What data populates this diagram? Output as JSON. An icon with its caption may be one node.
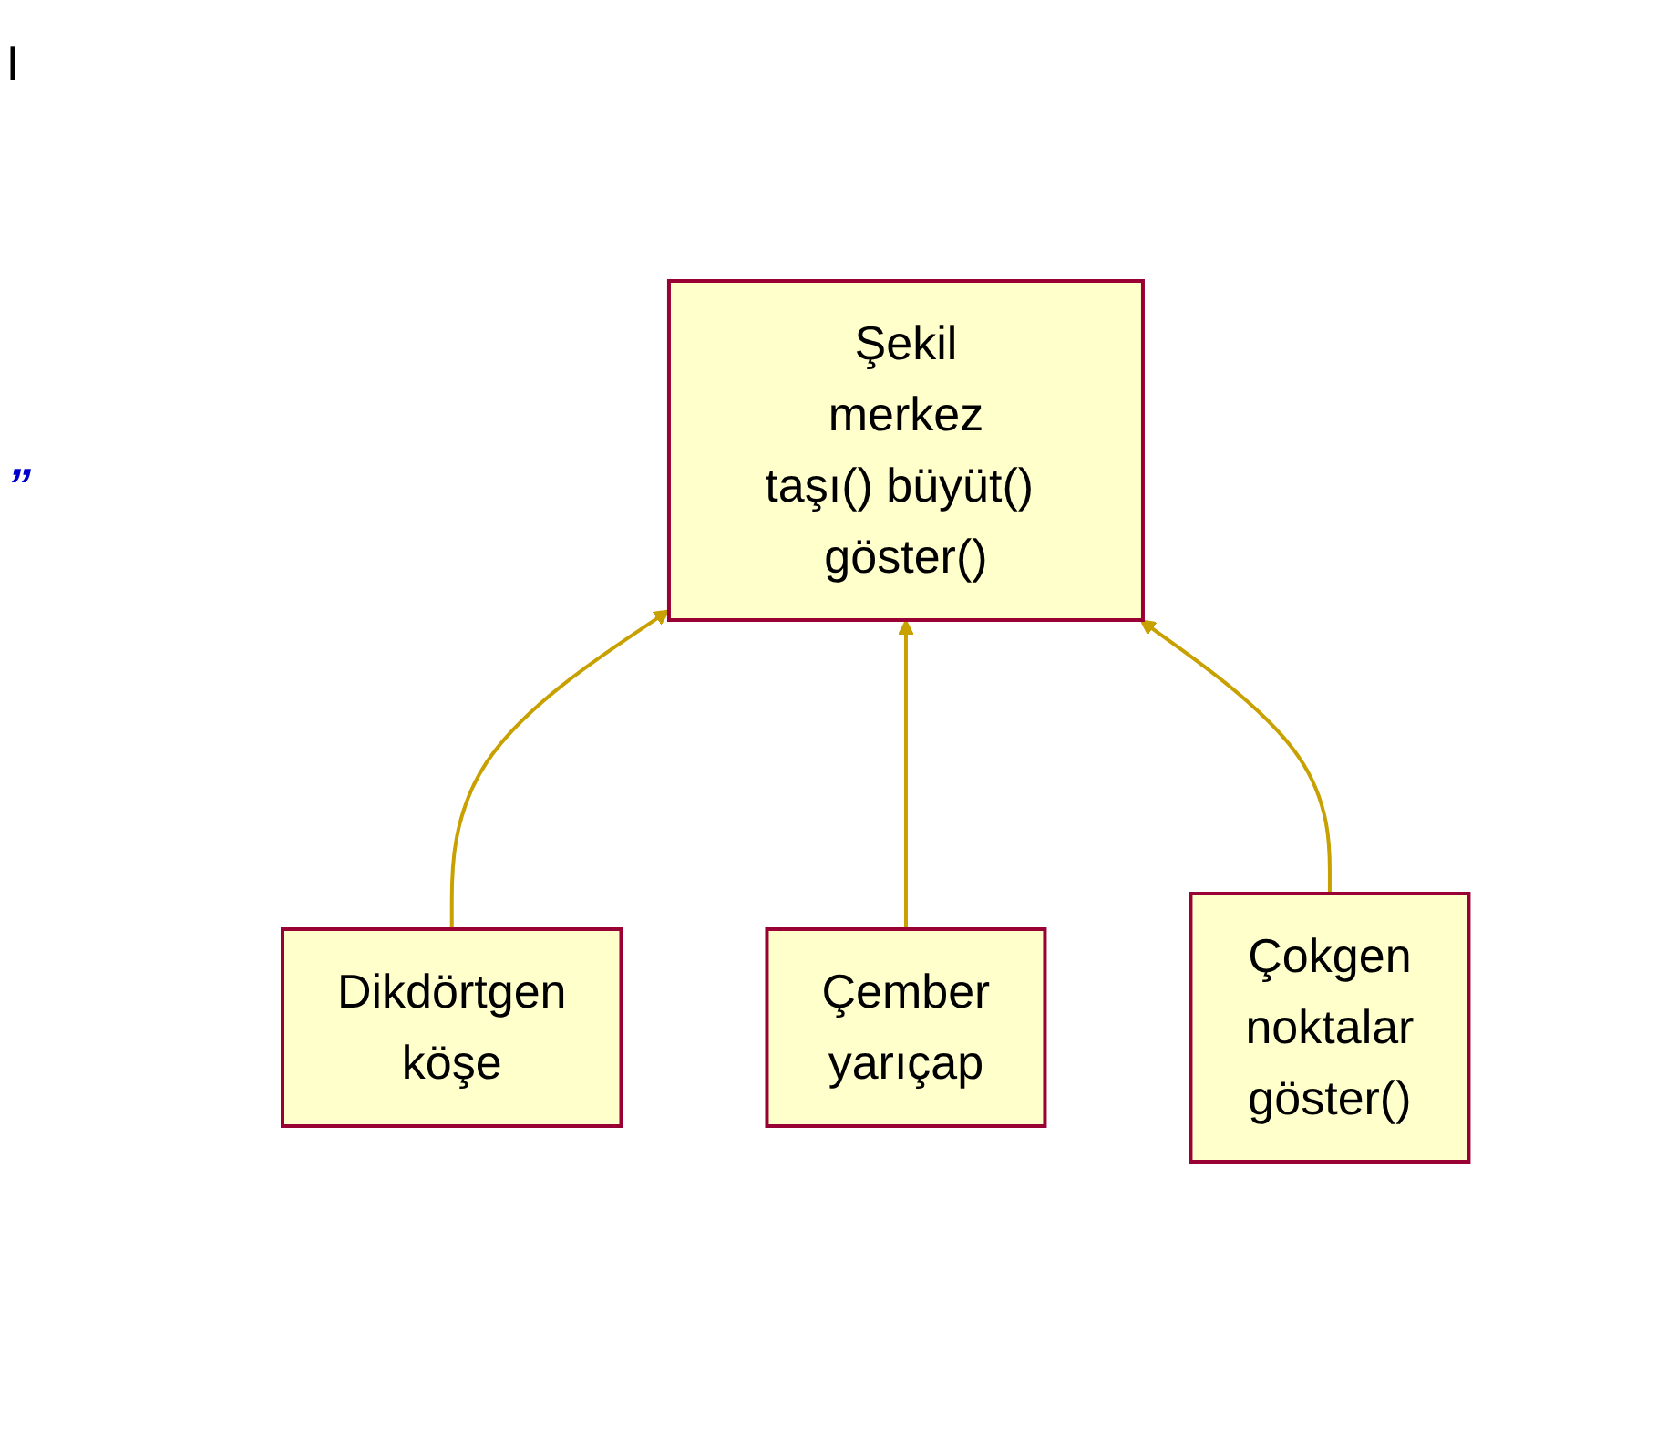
{
  "diagram": {
    "nodes": [
      {
        "text": [
          "Şekil",
          "merkez",
          "taşı() büyüt() göster()"
        ]
      },
      {
        "text": [
          "Dikdörtgen",
          "köşe"
        ]
      },
      {
        "text": [
          "Çember",
          "yarıçap"
        ]
      },
      {
        "text": [
          "Çokgen",
          "noktalar",
          "göster()"
        ]
      }
    ],
    "edges": [
      {
        "from": 1,
        "to": 0,
        "arrow": "to"
      },
      {
        "from": 2,
        "to": 0,
        "arrow": "to"
      },
      {
        "from": 3,
        "to": 0,
        "arrow": "to"
      }
    ],
    "labels": [
      "l",
      "”"
    ]
  }
}
